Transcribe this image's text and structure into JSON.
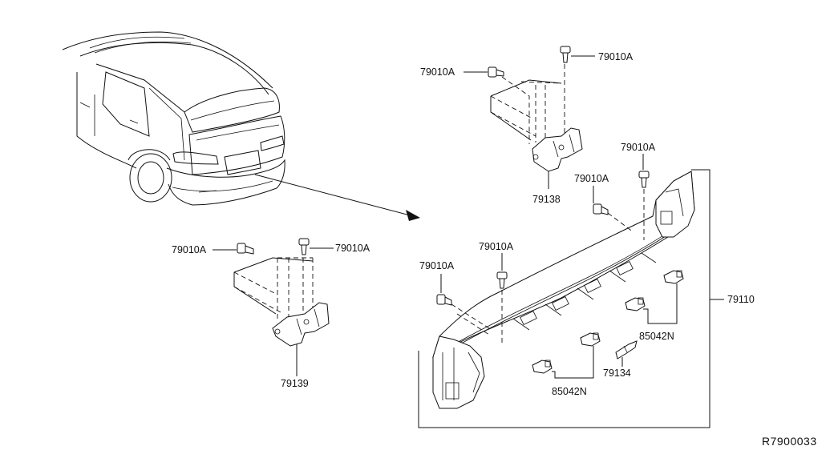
{
  "diagram": {
    "reference_code": "R7900033",
    "labels": {
      "bolt_upper_left": "79010A",
      "bolt_upper_right": "79010A",
      "bracket_upper": "79138",
      "bolt_mid_left": "79010A",
      "bolt_mid_right": "79010A",
      "bracket_left": "79139",
      "bolt_rail_right_top": "79010A",
      "bolt_rail_right_mid": "79010A",
      "bolt_rail_left_top": "79010A",
      "bolt_rail_left": "79010A",
      "rail_assembly": "79110",
      "clip_upper": "85042N",
      "clip_lower": "85042N",
      "bracket_small": "79134"
    }
  }
}
